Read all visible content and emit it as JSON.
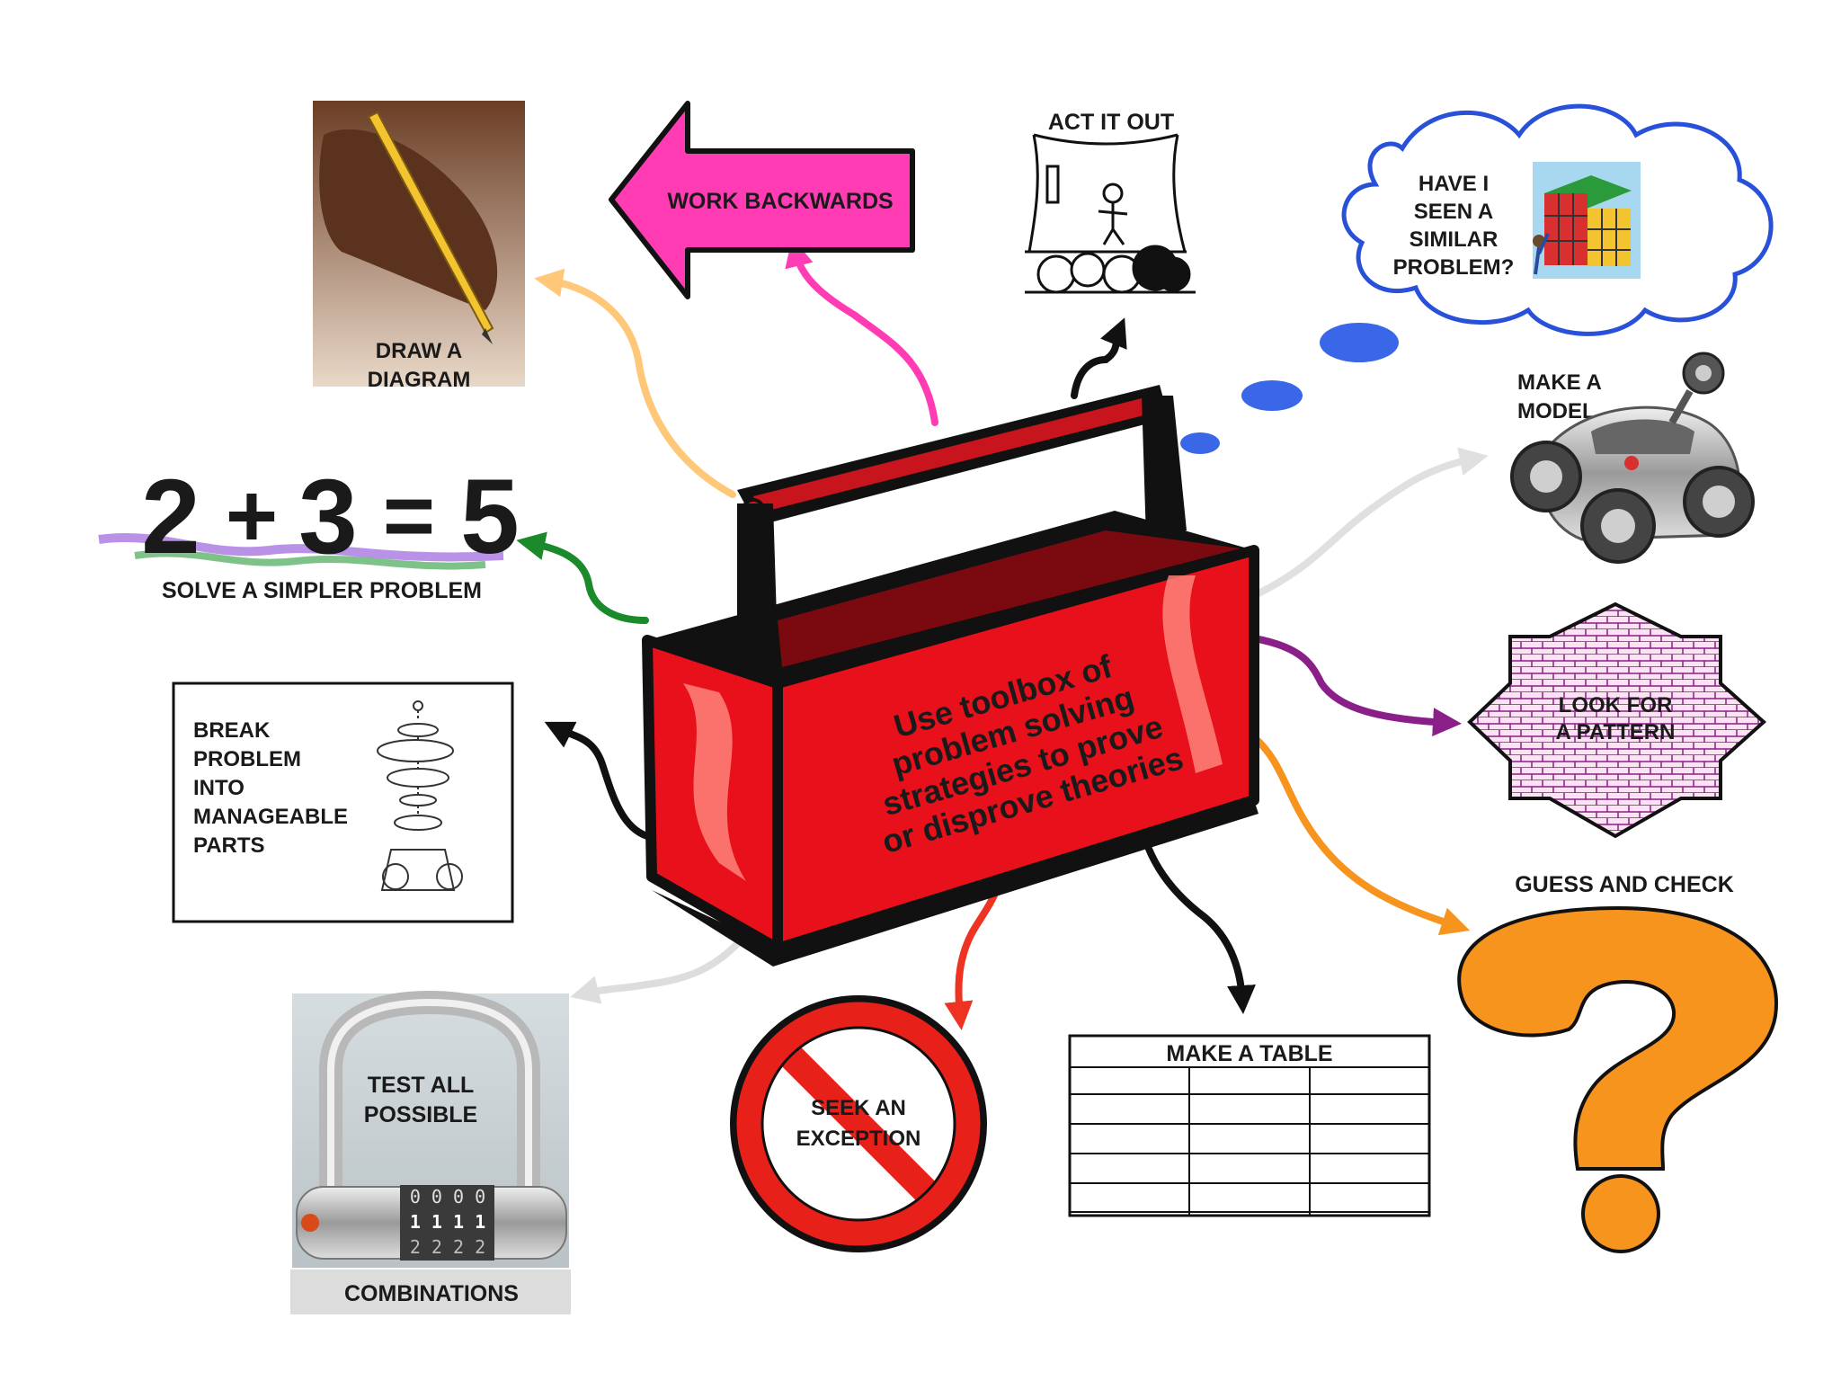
{
  "center": {
    "lines": [
      "Use toolbox of",
      "problem solving",
      "strategies to prove",
      "or disprove theories"
    ]
  },
  "strategies": {
    "draw_diagram": [
      "DRAW A",
      "DIAGRAM"
    ],
    "work_backwards": "WORK BACKWARDS",
    "act_it_out": "ACT IT OUT",
    "similar_problem": [
      "HAVE I",
      "SEEN A",
      "SIMILAR",
      "PROBLEM?"
    ],
    "make_model": [
      "MAKE A",
      "MODEL"
    ],
    "simpler_problem": {
      "equation": [
        "2",
        "+",
        "3",
        "=",
        "5"
      ],
      "caption": "SOLVE A SIMPLER PROBLEM"
    },
    "break_problem": [
      "BREAK",
      "PROBLEM",
      "INTO",
      "MANAGEABLE",
      "PARTS"
    ],
    "look_pattern": [
      "LOOK FOR",
      "A PATTERN"
    ],
    "guess_check": "GUESS AND CHECK",
    "test_combinations": {
      "label": [
        "TEST ALL",
        "POSSIBLE"
      ],
      "caption": "COMBINATIONS",
      "dial_digits": [
        "0 0 0 0",
        "1 1 1 1",
        "2 2 2 2"
      ]
    },
    "seek_exception": [
      "SEEK AN",
      "EXCEPTION"
    ],
    "make_table": "MAKE A TABLE"
  },
  "colors": {
    "toolbox_red": "#e8101a",
    "arrow_pink": "#ff3cb4",
    "cloud_blue": "#2850d8",
    "question_orange": "#f7941d",
    "pattern_purple": "#8a1f8a",
    "simpler_green": "#1a8a2a"
  }
}
